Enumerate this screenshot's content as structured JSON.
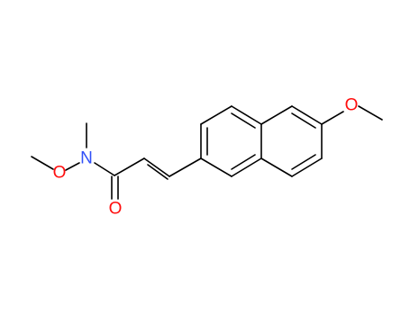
{
  "structure": {
    "atoms": {
      "nitrogen": {
        "symbol": "N",
        "color": "#3050F8"
      },
      "oxygen_n_methoxy": {
        "symbol": "O",
        "color": "#FF0D0D"
      },
      "oxygen_carbonyl": {
        "symbol": "O",
        "color": "#FF0D0D"
      },
      "oxygen_aryl_methoxy": {
        "symbol": "O",
        "color": "#FF0D0D"
      }
    },
    "bond_color": "#000000"
  }
}
